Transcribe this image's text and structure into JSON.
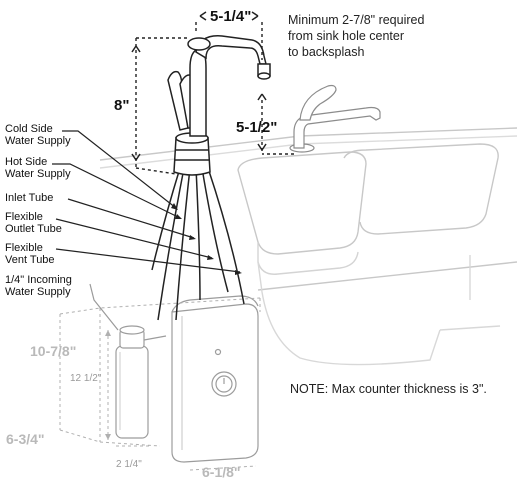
{
  "notes": {
    "backsplash_line1": "Minimum  2-7/8\" required",
    "backsplash_line2": "from sink hole center",
    "backsplash_line3": "to backsplash",
    "counter": "NOTE: Max counter thickness is 3\"."
  },
  "dimensions": {
    "spout_reach": "5-1/4\"",
    "faucet_height": "8\"",
    "spout_clearance": "5-1/2\"",
    "tank_height": "10-7/8\"",
    "filter_height": "12 1/2\"",
    "tank_depth": "6-3/4\"",
    "filter_width": "2 1/4\"",
    "tank_width": "6-1/8\""
  },
  "callouts": [
    {
      "line1": "Cold Side",
      "line2": "Water Supply"
    },
    {
      "line1": "Hot Side",
      "line2": "Water Supply"
    },
    {
      "line1": "Inlet Tube",
      "line2": ""
    },
    {
      "line1": "Flexible",
      "line2": "Outlet Tube"
    },
    {
      "line1": "Flexible",
      "line2": "Vent Tube"
    },
    {
      "line1": "1/4\" Incoming",
      "line2": "Water Supply"
    }
  ]
}
